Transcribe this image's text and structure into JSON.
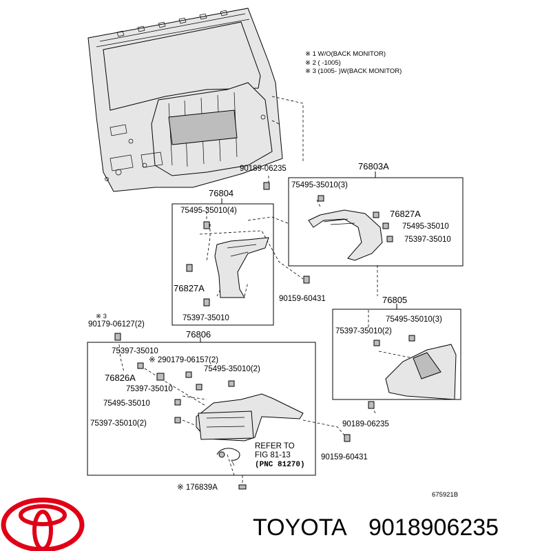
{
  "notes": {
    "n1": "※ 1 W/O(BACK MONITOR)",
    "n2": "※ 2 (        -1005)",
    "n3": "※ 3 (1005-        )W(BACK MONITOR)"
  },
  "groups": {
    "g76803A": "76803A",
    "g76804": "76804",
    "g76805": "76805",
    "g76806": "76806"
  },
  "labels": {
    "p90189_top": "90189-06235",
    "p75495_3_a": "75495-35010(3)",
    "p76827A_right": "76827A",
    "p75495_right": "75495-35010",
    "p75397_right": "75397-35010",
    "p75495_4": "75495-35010(4)",
    "p76827A_left": "76827A",
    "p90159_mid": "90159-60431",
    "p75397_mid": "75397-35010",
    "p_star3": "※ 3",
    "p90179_2": "90179-06127(2)",
    "p75495_3_b": "75495-35010(3)",
    "p75397_2_a": "75397-35010(2)",
    "p75397_top806": "75397-35010",
    "p290179": "※ 290179-06157(2)",
    "p76826A": "76826A",
    "p75495_2": "75495-35010(2)",
    "p75397_806b": "75397-35010",
    "p75495_806": "75495-35010",
    "p75397_2_b": "75397-35010(2)",
    "p90189_bottom": "90189-06235",
    "p90159_bottom": "90159-60431",
    "refer_1": "REFER TO",
    "refer_2": "FIG 81-13",
    "refer_3": "(PNC 81270)",
    "p76839A": "※ 176839A",
    "drawing_no": "675921B"
  },
  "footer": {
    "brand": "TOYOTA",
    "part_number": "9018906235"
  },
  "colors": {
    "ink": "#000000",
    "logo_red": "#e00016",
    "background": "#ffffff"
  }
}
